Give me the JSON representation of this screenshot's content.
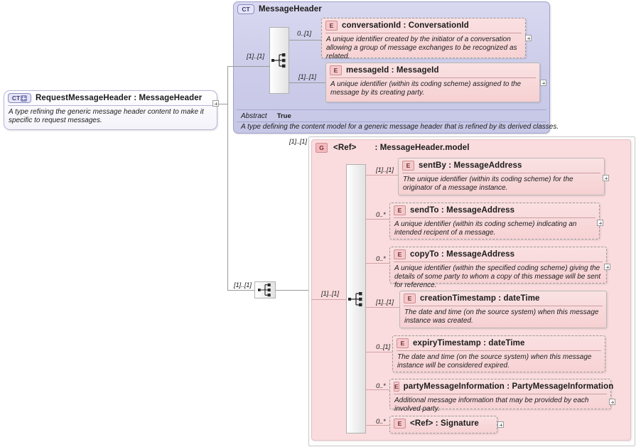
{
  "diagram": {
    "title": "XSD schema diagram - RequestMessageHeader",
    "accent_pink": "#f4c9cb",
    "accent_purple": "#ccccea"
  },
  "request_type": {
    "badge": "CT",
    "badge_icon": "complextype-derived-icon",
    "name": "RequestMessageHeader  :  MessageHeader",
    "documentation": "A type refining the generic message header content to make it specific to request messages."
  },
  "message_header": {
    "badge": "CT",
    "badge_icon": "complextype-icon",
    "name": "MessageHeader",
    "occurrence": "[1]..[1]",
    "abstract_label": "Abstract",
    "abstract_value": "True",
    "documentation": "A type defining the content model for a generic message header that is refined by its derived classes.",
    "children": [
      {
        "badge": "E",
        "occurrence": "0..[1]",
        "name": "conversationId  :  ConversationId",
        "documentation": "A unique identifier created by the initiator of a conversation allowing a group of message exchanges to be recognized as related.",
        "style": "dashed",
        "has_plus": true
      },
      {
        "badge": "E",
        "occurrence": "[1]..[1]",
        "name": "messageId  :  MessageId",
        "documentation": "A unique identifier (within its coding scheme) assigned to the message by its creating party.",
        "style": "solid",
        "has_plus": true
      }
    ]
  },
  "model_group": {
    "badge": "G",
    "badge_icon": "group-icon",
    "ref_label": "<Ref>",
    "name": ":  MessageHeader.model",
    "occurrence": "[1]..[1]",
    "inner_occurrence": "[1]..[1]",
    "children": [
      {
        "badge": "E",
        "occurrence": "[1]..[1]",
        "name": "sentBy    :  MessageAddress",
        "documentation": "The unique identifier (within its coding scheme) for the originator of a message instance.",
        "style": "solid",
        "has_plus": true
      },
      {
        "badge": "E",
        "occurrence": "0..*",
        "name": "sendTo   :  MessageAddress",
        "documentation": "A unique identifier (within its coding scheme) indicating an intended recipent of a message.",
        "style": "dashed",
        "has_plus": true
      },
      {
        "badge": "E",
        "occurrence": "0..*",
        "name": "copyTo   :  MessageAddress",
        "documentation": "A unique identifier (within the specified coding scheme) giving the details of some party to whom a copy of this message will be sent for reference.",
        "style": "dashed",
        "has_plus": true
      },
      {
        "badge": "E",
        "occurrence": "[1]..[1]",
        "name": "creationTimestamp  :  dateTime",
        "documentation": "The date and time (on the source system) when this message instance was created.",
        "style": "solid",
        "has_plus": false
      },
      {
        "badge": "E",
        "occurrence": "0..[1]",
        "name": "expiryTimestamp  :  dateTime",
        "documentation": "The date and time (on the source system) when this message instance will be considered expired.",
        "style": "dashed",
        "has_plus": false
      },
      {
        "badge": "E",
        "occurrence": "0..*",
        "name": "partyMessageInformation  :  PartyMessageInformation",
        "documentation": "Additional message information that may be provided by each involved party.",
        "style": "dashed",
        "has_plus": true
      },
      {
        "badge": "E",
        "occurrence": "0..*",
        "name": "<Ref>        :  Signature",
        "documentation": "",
        "style": "dashed",
        "has_plus": true
      }
    ]
  },
  "connector": {
    "occurrence_left": "[1]..[1]",
    "icon": "sequence-compositor-icon"
  }
}
